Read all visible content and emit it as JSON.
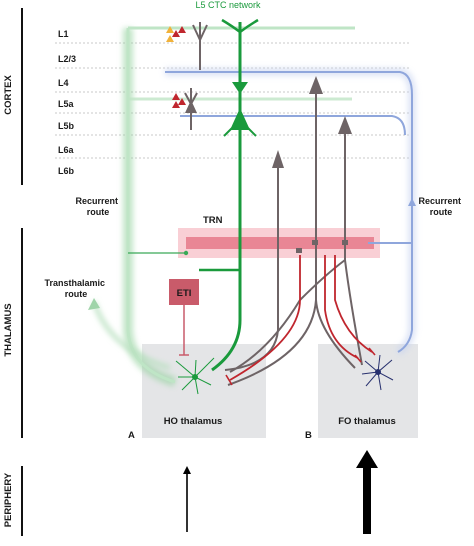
{
  "network_title": "L5 CTC network",
  "regions": {
    "cortex": "CORTEX",
    "thalamus": "THALAMUS",
    "periphery": "PERIPHERY"
  },
  "layers": [
    "L1",
    "L2/3",
    "L4",
    "L5a",
    "L5b",
    "L6a",
    "L6b"
  ],
  "routes": {
    "recurrent_left": [
      "Recurrent",
      "route"
    ],
    "recurrent_right": [
      "Recurrent",
      "route"
    ],
    "transthalamic": [
      "Transthalamic",
      "route"
    ]
  },
  "nuclei": {
    "trn": "TRN",
    "eti": "ETI",
    "ho": "HO thalamus",
    "fo": "FO thalamus"
  },
  "panel_labels": {
    "a": "A",
    "b": "B"
  },
  "colors": {
    "ctc_green": "#1a9a3c",
    "recurrent_blue": "#8fa6dc",
    "trn_pink": "#f2a8b4",
    "eti_red": "#c95b6a",
    "inhibitory_red": "#c0262e",
    "axon_gray": "#6e6466",
    "thalamus_box": "#e4e5e7",
    "ho_cell": "#1a9a3c",
    "fo_cell": "#27306e"
  }
}
